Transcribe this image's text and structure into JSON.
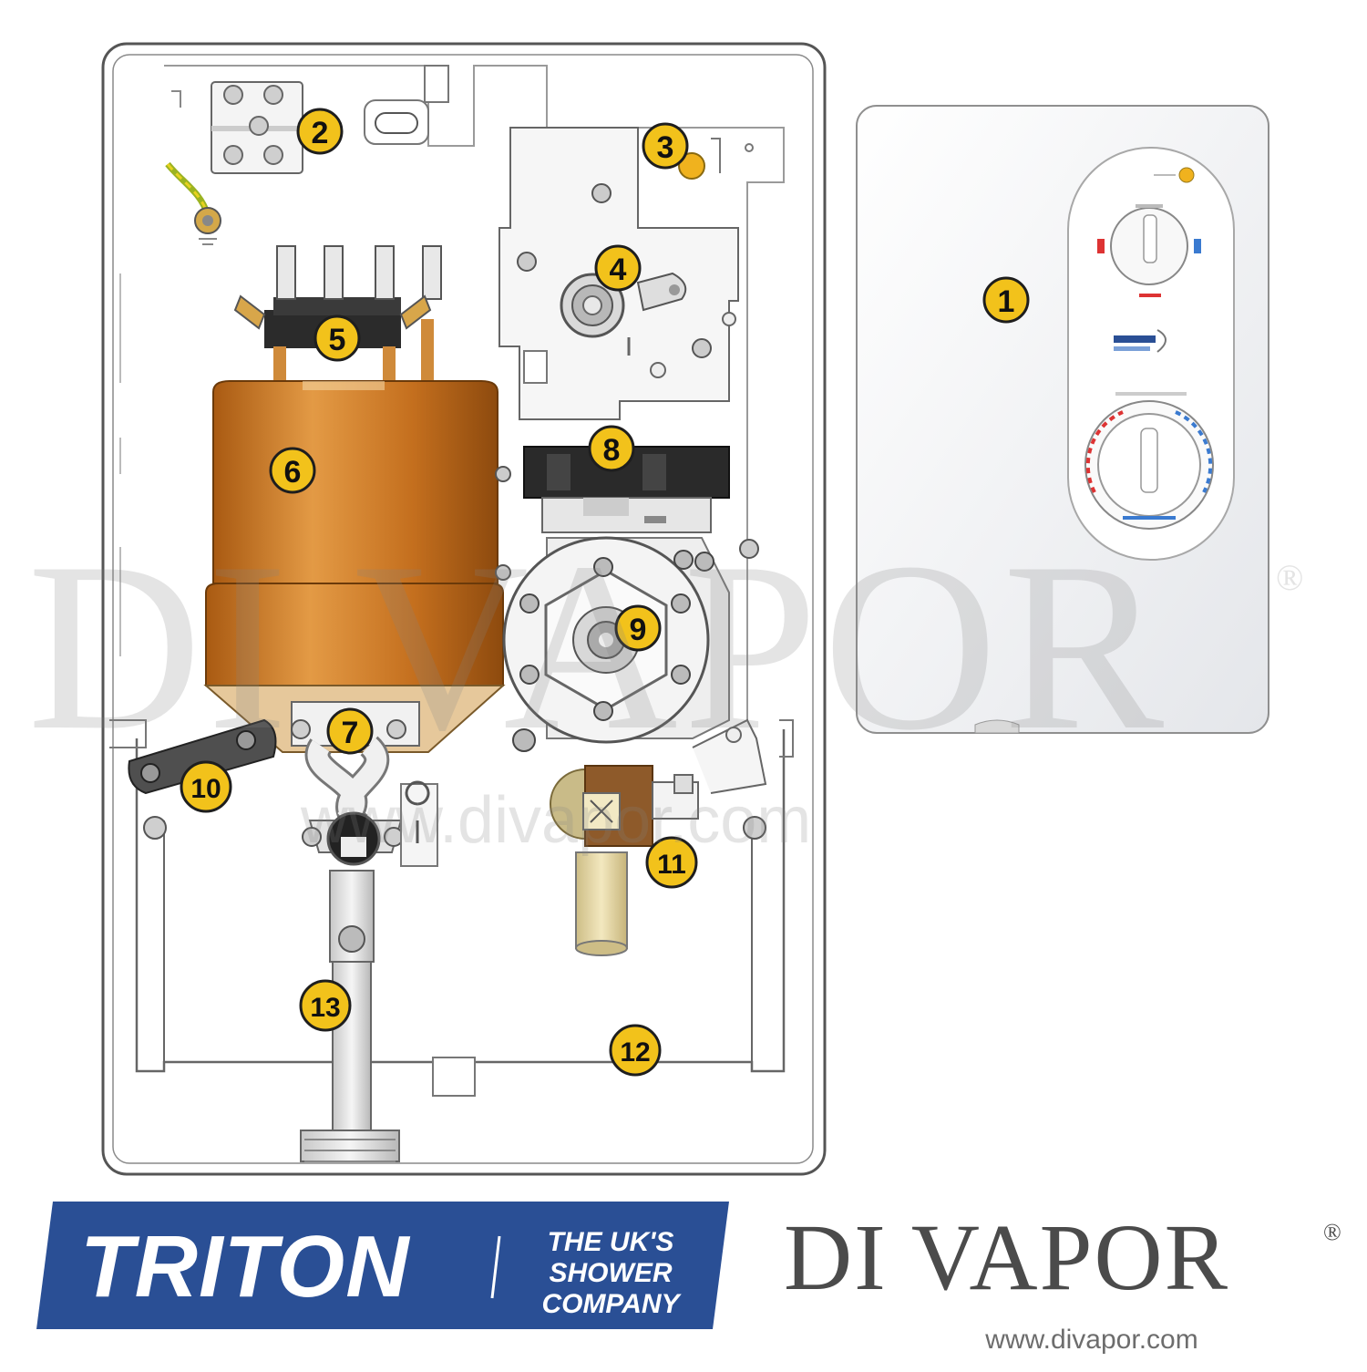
{
  "diagram": {
    "callouts": [
      "1",
      "2",
      "3",
      "4",
      "5",
      "6",
      "7",
      "8",
      "9",
      "10",
      "11",
      "12",
      "13"
    ]
  },
  "brands": {
    "triton": {
      "wordmark": "TRITON",
      "tagline": [
        "THE UK'S",
        "SHOWER",
        "COMPANY"
      ],
      "color": "#2a4f95"
    },
    "divapor": {
      "name": "DI VAPOR",
      "registered": "®",
      "url": "www.divapor.com"
    }
  },
  "watermark": {
    "name": "DI VAPOR",
    "registered": "®",
    "url": "www.divapor.com"
  },
  "colors": {
    "callout_fill": "#f2c21b",
    "heater_tank": "#c9731f",
    "panel_outline": "#5a5a5a"
  }
}
